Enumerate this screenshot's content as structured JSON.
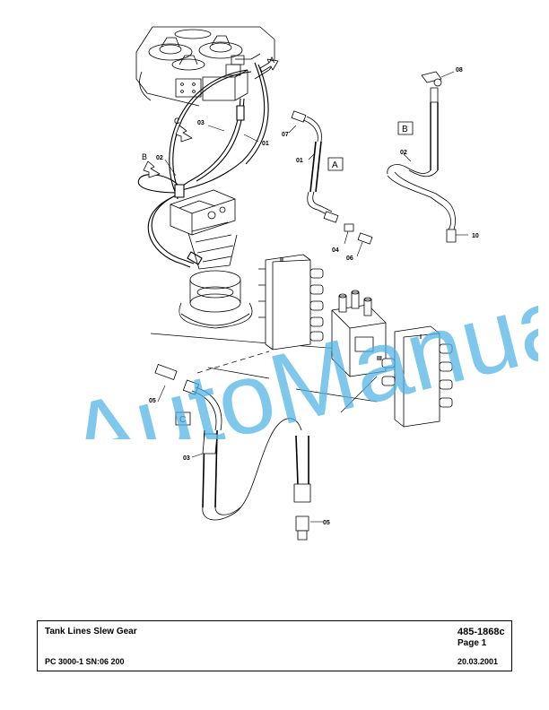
{
  "title_block": {
    "title": "Tank Lines Slew Gear",
    "doc_number": "485-1868c",
    "page": "Page 1",
    "machine": "PC 3000-1 SN:06 200",
    "date": "20.03.2001"
  },
  "watermark": {
    "text": "AutoManual",
    "color": "#4fb3e6"
  },
  "callouts": {
    "view_a_top": "A",
    "view_b_left": "B",
    "view_c_left": "C",
    "pos_01_main": "01",
    "pos_02_main": "02",
    "pos_03_main": "03",
    "pos_07": "07",
    "pos_01_detail": "01",
    "pos_04": "04",
    "pos_06": "06",
    "pos_08": "08",
    "pos_02_detail": "02",
    "pos_10": "10",
    "pos_05_upper": "05",
    "pos_03_detail": "03",
    "pos_05_lower": "05",
    "valve_block_ii": "II",
    "valve_block_iii": "III",
    "valve_block_i": "I"
  },
  "detail_boxes": {
    "a": "A",
    "b": "B",
    "c": "C"
  }
}
